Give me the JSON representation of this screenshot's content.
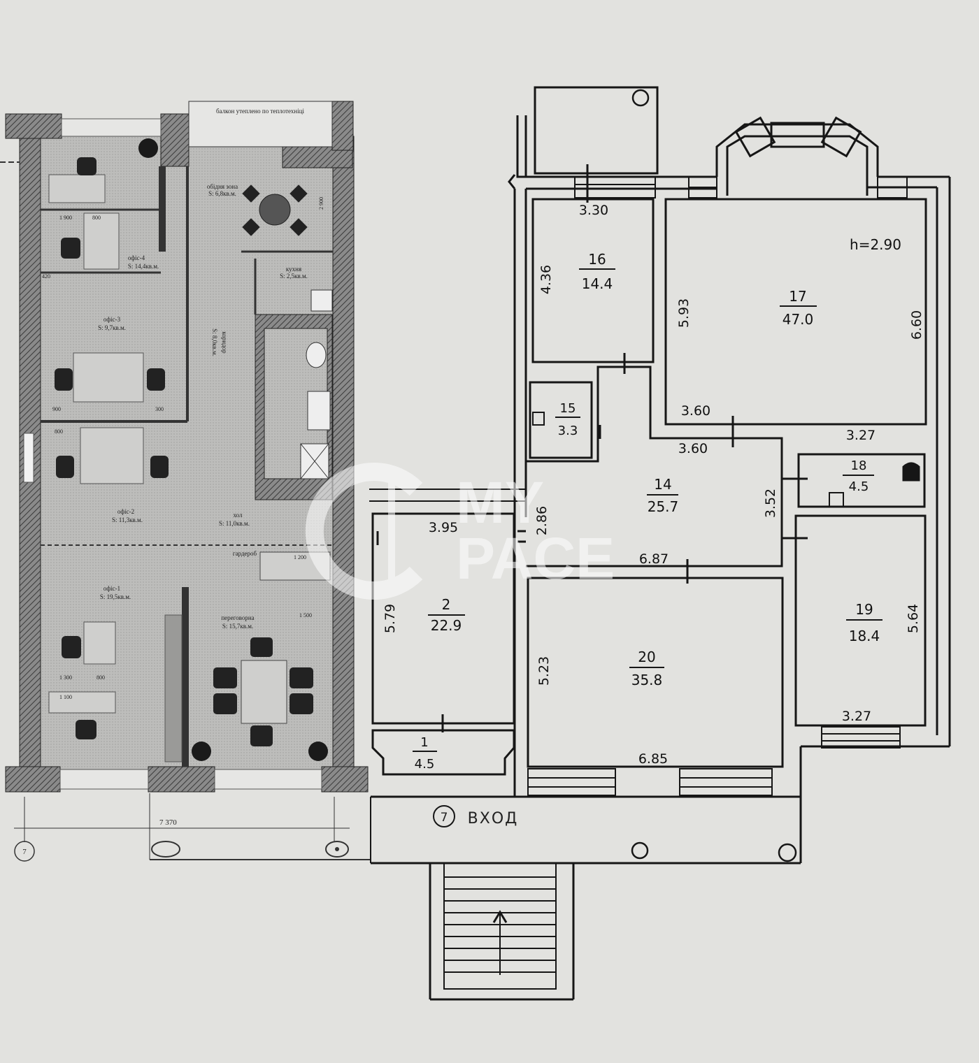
{
  "watermark": {
    "line1": "MY",
    "line2": "PACE"
  },
  "entrance": {
    "axis": "7",
    "label": "ВХОД"
  },
  "height_note": "h=2.90",
  "rooms": [
    {
      "id": "room-1",
      "num": "1",
      "area": "4.5"
    },
    {
      "id": "room-2",
      "num": "2",
      "area": "22.9"
    },
    {
      "id": "room-14",
      "num": "14",
      "area": "25.7"
    },
    {
      "id": "room-15",
      "num": "15",
      "area": "3.3"
    },
    {
      "id": "room-16",
      "num": "16",
      "area": "14.4"
    },
    {
      "id": "room-17",
      "num": "17",
      "area": "47.0"
    },
    {
      "id": "room-18",
      "num": "18",
      "area": "4.5"
    },
    {
      "id": "room-19",
      "num": "19",
      "area": "18.4"
    },
    {
      "id": "room-20",
      "num": "20",
      "area": "35.8"
    }
  ],
  "dimensions": {
    "d330": "3.30",
    "d436": "4.36",
    "d593": "5.93",
    "d660": "6.60",
    "d360a": "3.60",
    "d327a": "3.27",
    "d360b": "3.60",
    "d352": "3.52",
    "d395": "3.95",
    "d286": "2.86",
    "d687": "6.87",
    "d579": "5.79",
    "d523": "5.23",
    "d564": "5.64",
    "d327b": "3.27",
    "d685": "6.85"
  },
  "left_plan": {
    "balcony_note": "балкон утеплено по теплотехніці",
    "axis": "7",
    "dim_7370": "7 370",
    "rooms": [
      {
        "name": "обідня зона",
        "area": "S: 6,8кв.м."
      },
      {
        "name": "кухня",
        "area": "S: 2,5кв.м."
      },
      {
        "name": "офіс-4",
        "area": "S: 14,4кв.м."
      },
      {
        "name": "офіс-3",
        "area": "S: 9,7кв.м."
      },
      {
        "name": "коридор",
        "area": "S: 8,0кв.м."
      },
      {
        "name": "офіс-2",
        "area": "S: 11,3кв.м."
      },
      {
        "name": "хол",
        "area": "S: 11,0кв.м."
      },
      {
        "name": "гардероб",
        "area": ""
      },
      {
        "name": "офіс-1",
        "area": "S: 19,5кв.м."
      },
      {
        "name": "переговорна",
        "area": "S: 15,7кв.м."
      }
    ],
    "dims": [
      "1 900",
      "800",
      "900",
      "800",
      "300",
      "420",
      "1 200",
      "1 300",
      "1 100",
      "800",
      "1 500",
      "2 900"
    ]
  },
  "colors": {
    "paper": "#e2e2df",
    "ink": "#161616",
    "wall_hatch": "#5a5a5a",
    "left_floor": "#bdbdbb"
  }
}
